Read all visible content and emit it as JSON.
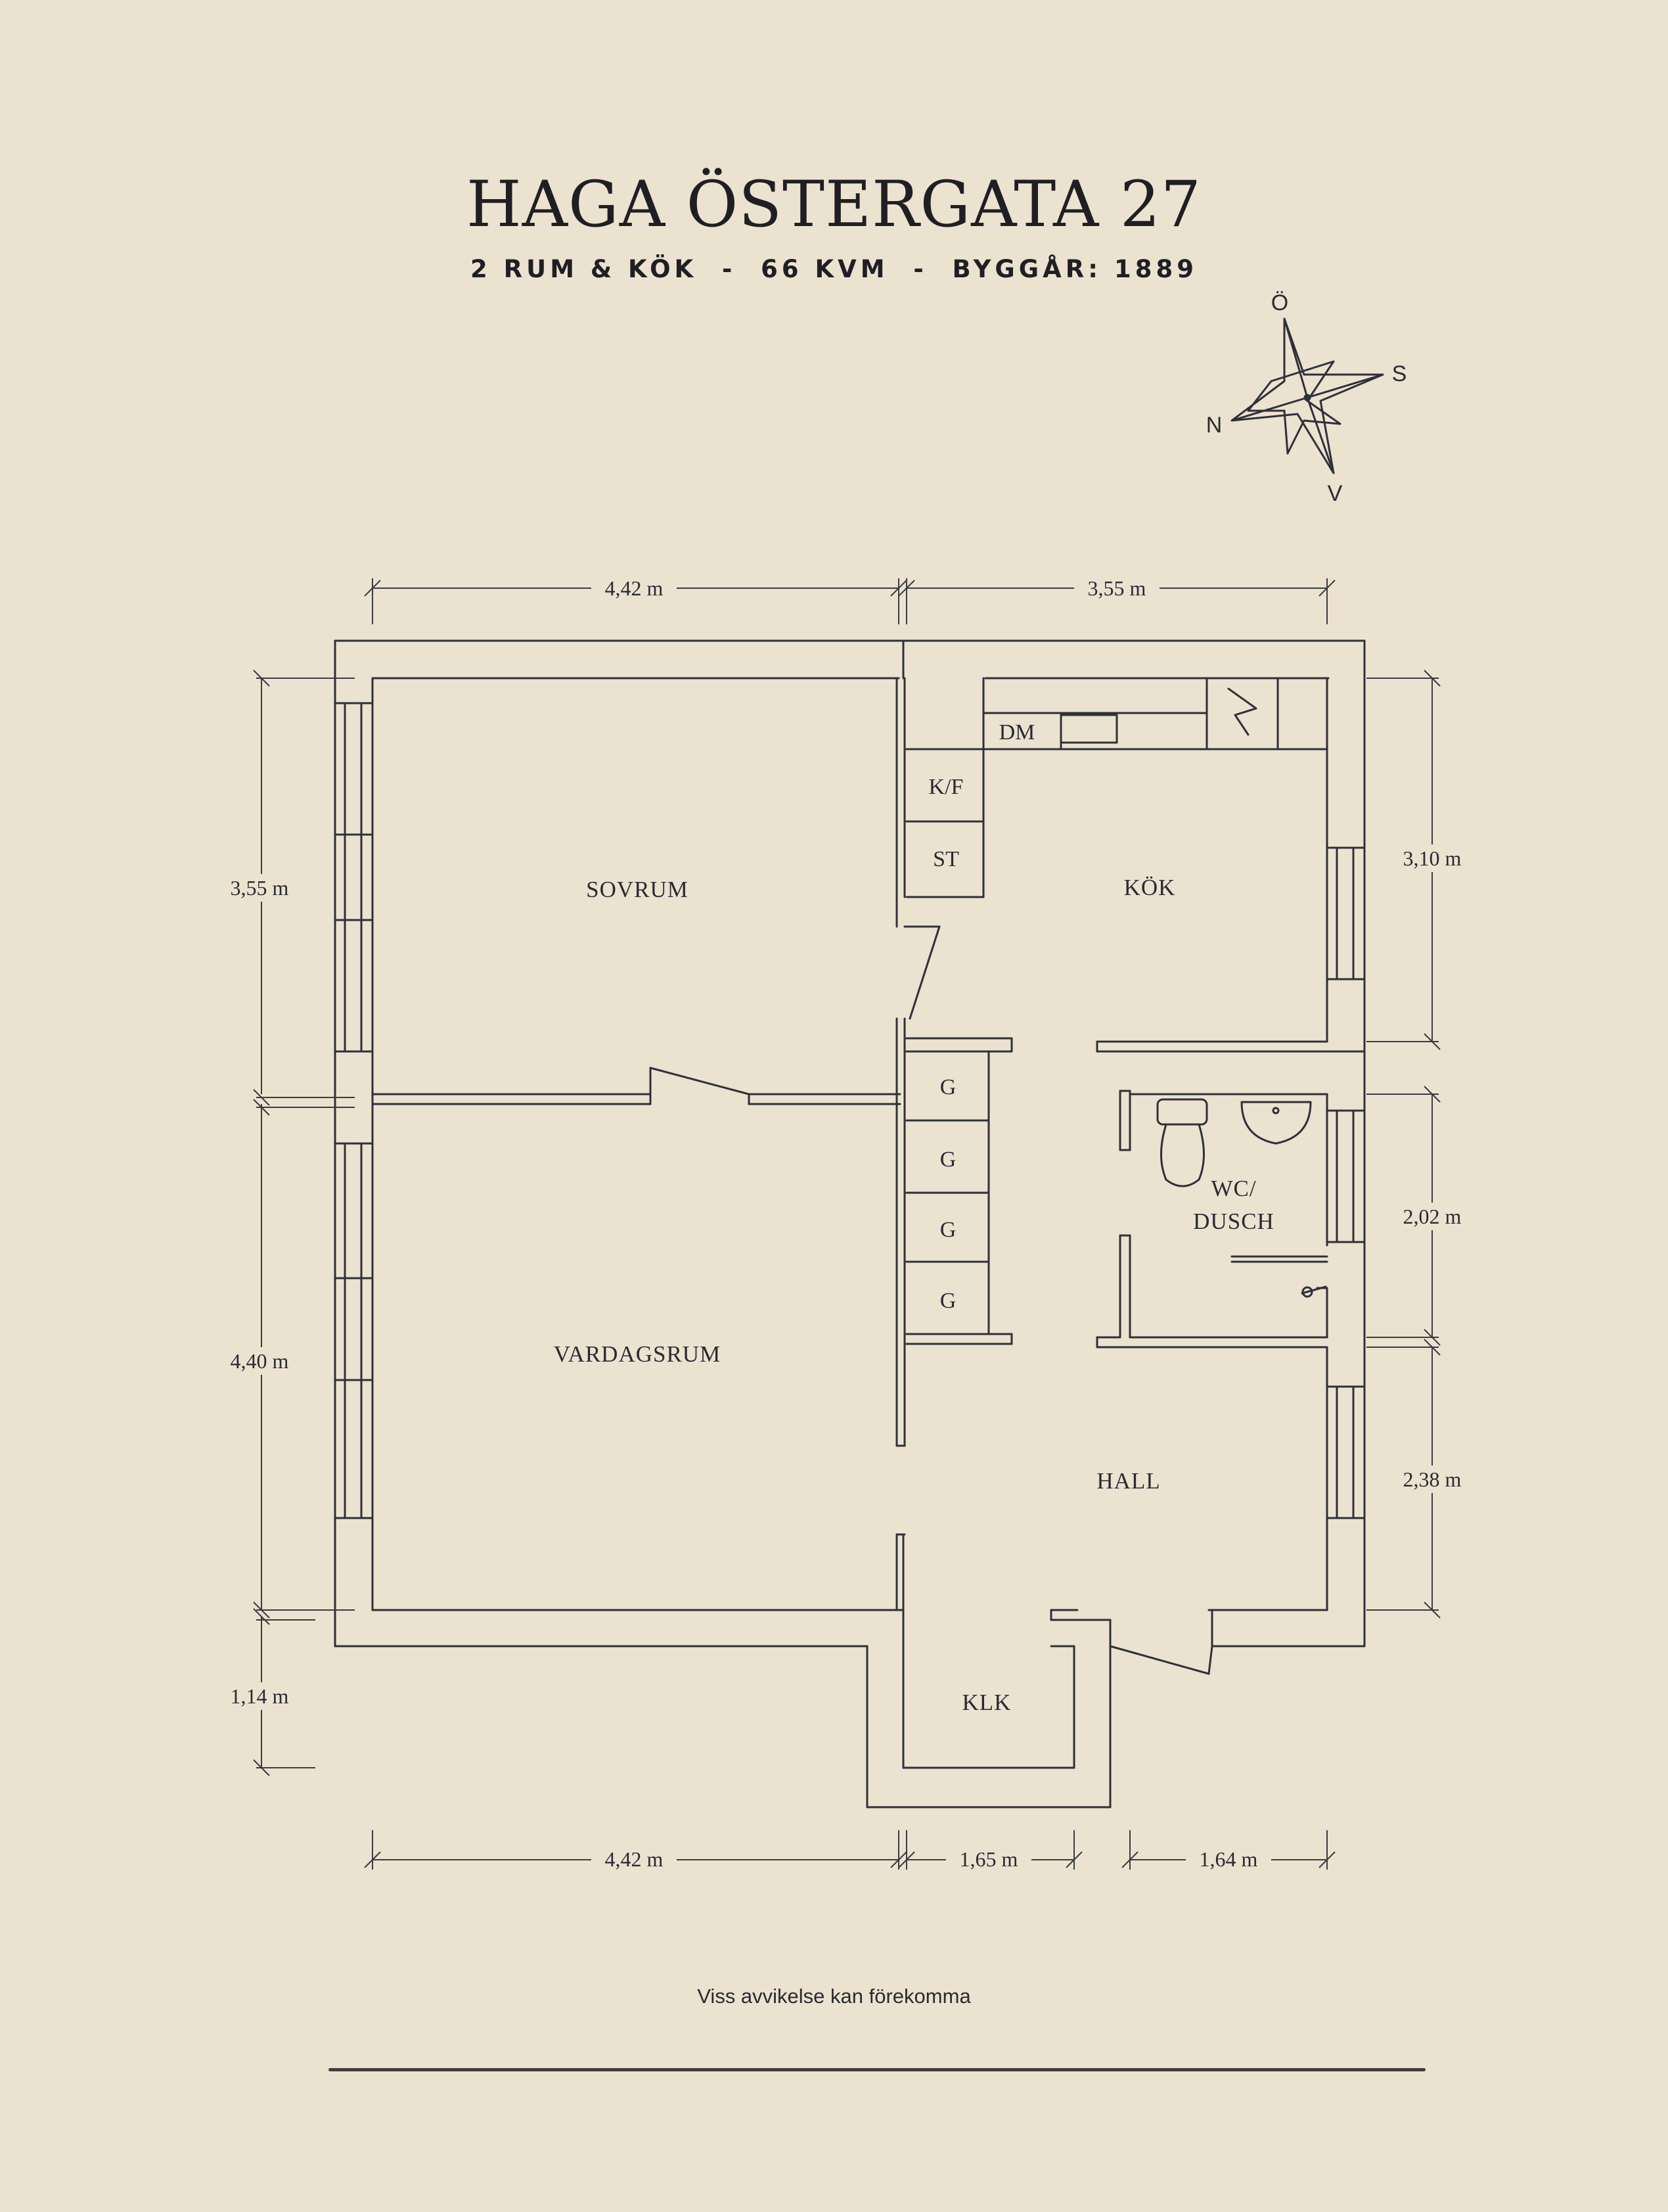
{
  "header": {
    "title": "HAGA ÖSTERGATA 27",
    "subtitle": "2 RUM & KÖK  -  66 KVM  -  BYGGÅR: 1889"
  },
  "compass": {
    "north": "Ö",
    "east": "S",
    "west": "N",
    "south": "V"
  },
  "rooms": {
    "sovrum": "SOVRUM",
    "kok": "KÖK",
    "vardagsrum": "VARDAGSRUM",
    "wc_line1": "WC/",
    "wc_line2": "DUSCH",
    "hall": "HALL",
    "klk": "KLK"
  },
  "fixtures": {
    "dm": "DM",
    "kf": "K/F",
    "st": "ST",
    "g": [
      "G",
      "G",
      "G",
      "G"
    ]
  },
  "dimensions": {
    "top_left": "4,42 m",
    "top_right": "3,55 m",
    "left_upper": "3,55 m",
    "left_lower": "4,40 m",
    "left_bottom": "1,14 m",
    "right_upper": "3,10 m",
    "right_middle": "2,02 m",
    "right_lower": "2,38 m",
    "bottom_left": "4,42 m",
    "bottom_middle": "1,65 m",
    "bottom_right": "1,64 m"
  },
  "footer": {
    "disclaimer": "Viss avvikelse kan förekomma"
  },
  "colors": {
    "background": "#ebe2d0",
    "ink": "#2a2a33"
  }
}
